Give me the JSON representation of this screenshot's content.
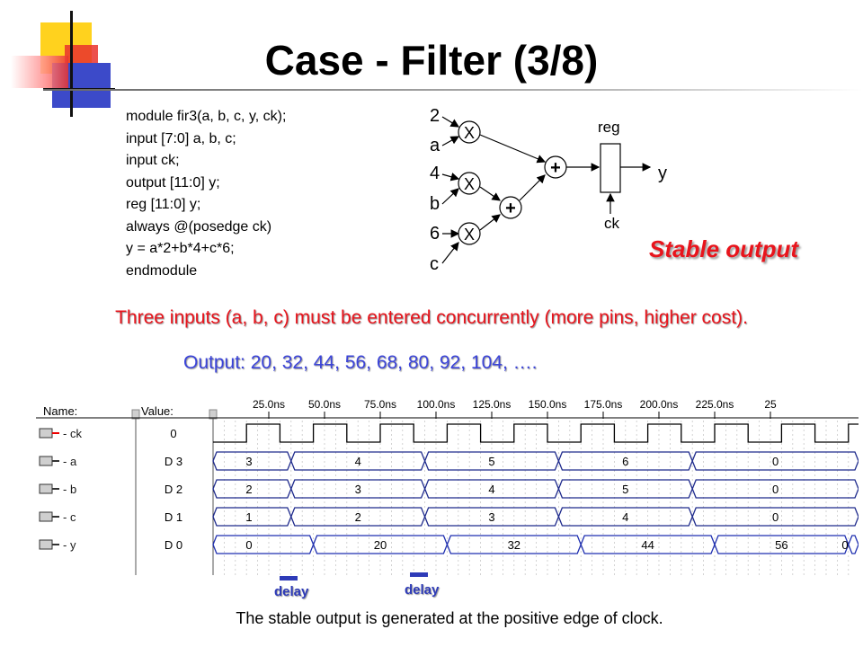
{
  "slide": {
    "title": "Case - Filter (3/8)",
    "code_lines": [
      "module fir3(a, b, c, y, ck);",
      "input [7:0] a, b, c;",
      "input ck;",
      "output [11:0] y;",
      "reg [11:0] y;",
      "always @(posedge ck)",
      "y = a*2+b*4+c*6;",
      "endmodule"
    ],
    "circuit": {
      "coefficients": [
        "2",
        "4",
        "6"
      ],
      "inputs": [
        "a",
        "b",
        "c"
      ],
      "multiplier_symbol": "X",
      "adder_symbol": "+",
      "reg_label": "reg",
      "clock_label": "ck",
      "output_label": "y"
    },
    "stable_label": "Stable output",
    "note_inputs": "Three inputs (a, b, c) must be entered concurrently (more pins, higher cost).",
    "note_output": "Output: 20, 32, 44, 56, 68, 80, 92, 104, ….",
    "caption": "The stable output is generated at the positive edge of clock.",
    "delay_label": "delay",
    "colors": {
      "accent_red": "#e8141c",
      "accent_blue": "#3b44d9",
      "wave_blue": "#1f2fb0"
    }
  },
  "waveform": {
    "header_name": "Name:",
    "header_value": "Value:",
    "time_ticks": [
      "25.0ns",
      "50.0ns",
      "75.0ns",
      "100.0ns",
      "125.0ns",
      "150.0ns",
      "175.0ns",
      "200.0ns",
      "225.0ns",
      "25"
    ],
    "signals": [
      {
        "name": "ck",
        "value": "0",
        "kind": "clock"
      },
      {
        "name": "a",
        "value": "D 3",
        "kind": "bus",
        "segments": [
          {
            "label": "3",
            "start": 0,
            "end": 35
          },
          {
            "label": "4",
            "start": 35,
            "end": 95
          },
          {
            "label": "5",
            "start": 95,
            "end": 155
          },
          {
            "label": "6",
            "start": 155,
            "end": 215
          },
          {
            "label": "0",
            "start": 215,
            "end": 300
          }
        ]
      },
      {
        "name": "b",
        "value": "D 2",
        "kind": "bus",
        "segments": [
          {
            "label": "2",
            "start": 0,
            "end": 35
          },
          {
            "label": "3",
            "start": 35,
            "end": 95
          },
          {
            "label": "4",
            "start": 95,
            "end": 155
          },
          {
            "label": "5",
            "start": 155,
            "end": 215
          },
          {
            "label": "0",
            "start": 215,
            "end": 300
          }
        ]
      },
      {
        "name": "c",
        "value": "D 1",
        "kind": "bus",
        "segments": [
          {
            "label": "1",
            "start": 0,
            "end": 35
          },
          {
            "label": "2",
            "start": 35,
            "end": 95
          },
          {
            "label": "3",
            "start": 95,
            "end": 155
          },
          {
            "label": "4",
            "start": 155,
            "end": 215
          },
          {
            "label": "0",
            "start": 215,
            "end": 300
          }
        ]
      },
      {
        "name": "y",
        "value": "D 0",
        "kind": "bus",
        "segments": [
          {
            "label": "0",
            "start": 0,
            "end": 45
          },
          {
            "label": "20",
            "start": 45,
            "end": 105
          },
          {
            "label": "32",
            "start": 105,
            "end": 165
          },
          {
            "label": "44",
            "start": 165,
            "end": 225
          },
          {
            "label": "56",
            "start": 225,
            "end": 285
          },
          {
            "label": "0",
            "start": 285,
            "end": 300
          }
        ]
      }
    ]
  }
}
